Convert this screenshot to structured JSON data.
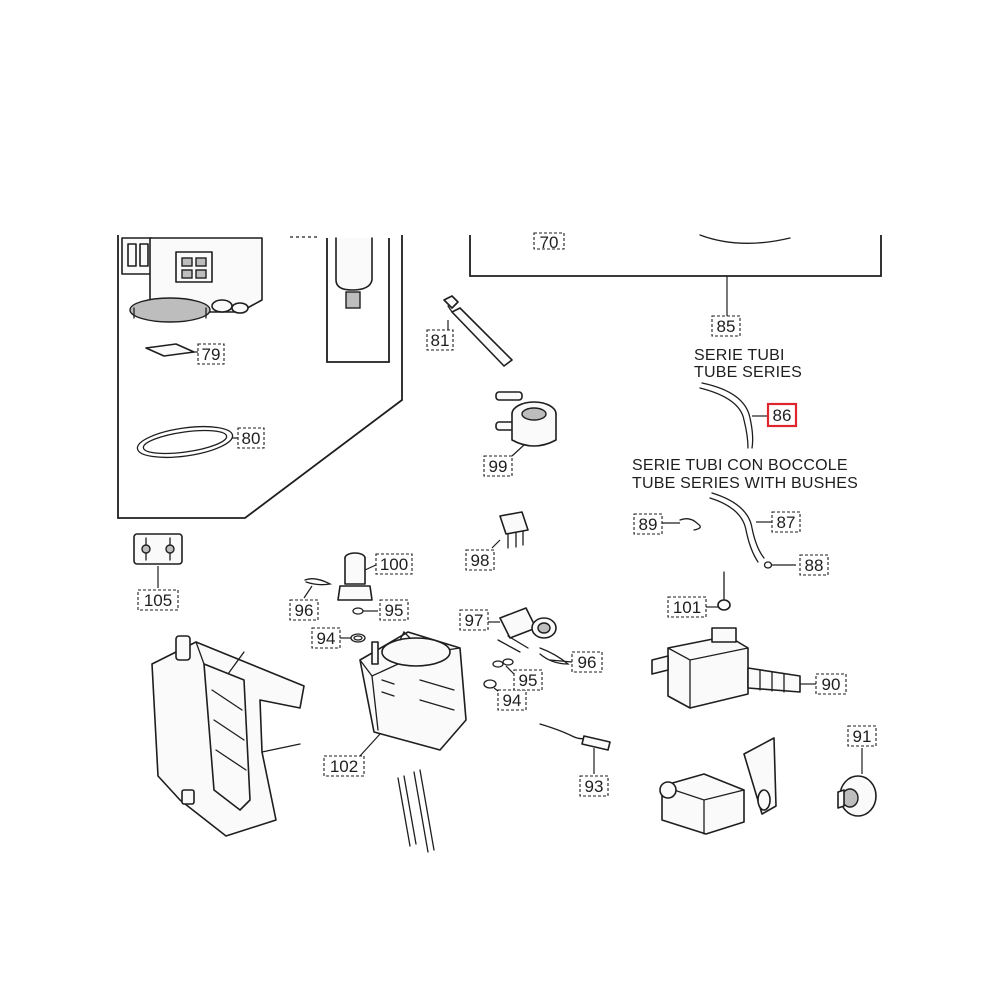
{
  "labels": {
    "p70": "70",
    "p79": "79",
    "p80": "80",
    "p81": "81",
    "p85": "85",
    "p86": "86",
    "p87": "87",
    "p88": "88",
    "p89": "89",
    "p90": "90",
    "p91": "91",
    "p93": "93",
    "p94a": "94",
    "p94b": "94",
    "p95a": "95",
    "p95b": "95",
    "p96a": "96",
    "p96b": "96",
    "p97": "97",
    "p98": "98",
    "p99": "99",
    "p100": "100",
    "p101": "101",
    "p102": "102",
    "p105": "105"
  },
  "captions": {
    "tube_series_it": "SERIE TUBI",
    "tube_series_en": "TUBE SERIES",
    "tube_bushes_it": "SERIE TUBI CON BOCCOLE",
    "tube_bushes_en": "TUBE SERIES WITH BUSHES"
  },
  "highlight_color": "#e0262d"
}
